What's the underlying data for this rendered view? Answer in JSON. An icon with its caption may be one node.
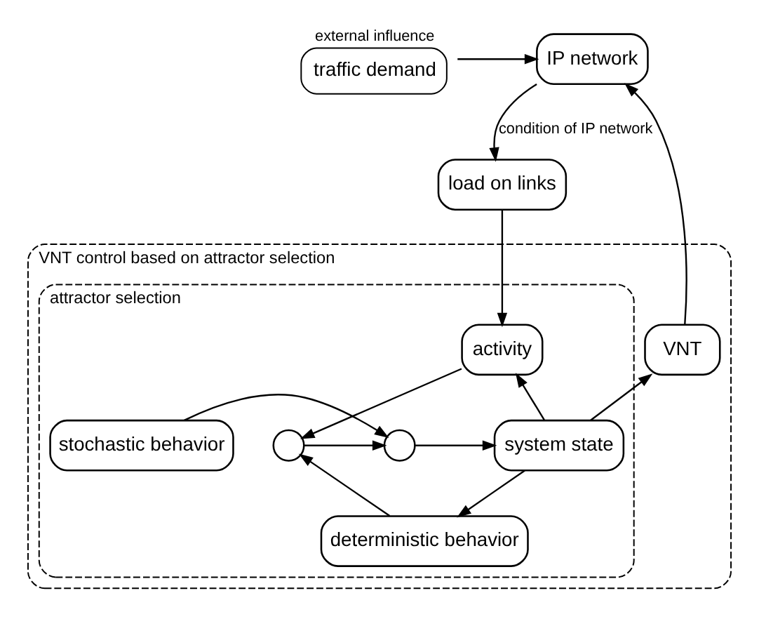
{
  "diagram": {
    "nodes": [
      {
        "text": [
          "IP network"
        ]
      },
      {
        "text": [
          "traffic demand"
        ],
        "beside": [
          "external influence"
        ]
      },
      {
        "text": [
          "load on links"
        ]
      },
      {
        "text": [
          "VNT control based on attractor selection"
        ]
      },
      {
        "text": [
          "VNT"
        ],
        "in": 3
      },
      {
        "text": [
          "attractor selection"
        ],
        "in": 3
      },
      {
        "text": [
          "activity"
        ],
        "in": 5
      },
      {
        "text": [
          "system state"
        ],
        "in": 5
      },
      {
        "text": [],
        "shape": "circle",
        "in": 5
      },
      {
        "text": [],
        "shape": "circle",
        "in": 5
      },
      {
        "text": [
          "stochastic behavior"
        ],
        "in": 5
      },
      {
        "text": [
          "deterministic behavior"
        ],
        "in": 5
      }
    ],
    "edges": [
      {
        "from": 1,
        "to": 0,
        "arrow": "to"
      },
      {
        "from": 0,
        "to": 2,
        "arrow": "to",
        "label": "condition of IP network"
      },
      {
        "from": 2,
        "to": 6,
        "arrow": "to"
      },
      {
        "from": 4,
        "to": 0,
        "arrow": "to"
      },
      {
        "from": 7,
        "to": 4,
        "arrow": "to"
      },
      {
        "from": 7,
        "to": 6,
        "arrow": "to"
      },
      {
        "from": 6,
        "to": 8,
        "arrow": "to"
      },
      {
        "from": 7,
        "to": 11,
        "arrow": "to"
      },
      {
        "from": 11,
        "to": 8,
        "arrow": "to"
      },
      {
        "from": 8,
        "to": 9,
        "arrow": "to"
      },
      {
        "from": 10,
        "to": 9,
        "arrow": "to"
      },
      {
        "from": 9,
        "to": 7,
        "arrow": "to"
      }
    ]
  }
}
